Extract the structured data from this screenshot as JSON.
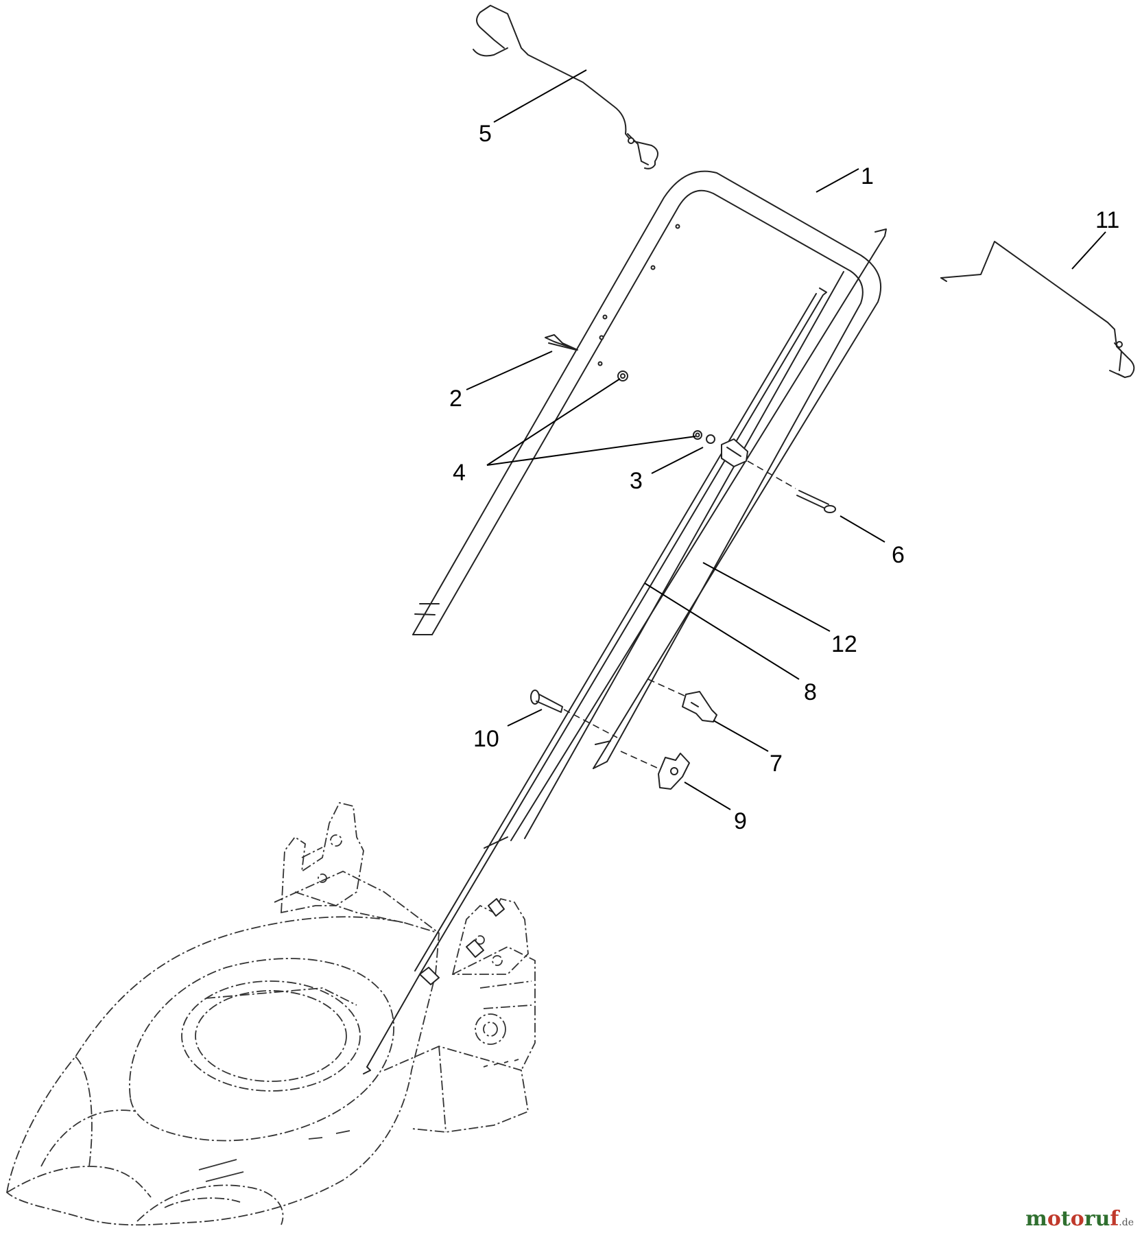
{
  "callouts": [
    {
      "id": "1",
      "label": "1"
    },
    {
      "id": "2",
      "label": "2"
    },
    {
      "id": "3",
      "label": "3"
    },
    {
      "id": "4",
      "label": "4"
    },
    {
      "id": "5",
      "label": "5"
    },
    {
      "id": "6",
      "label": "6"
    },
    {
      "id": "7",
      "label": "7"
    },
    {
      "id": "8",
      "label": "8"
    },
    {
      "id": "9",
      "label": "9"
    },
    {
      "id": "10",
      "label": "10"
    },
    {
      "id": "11",
      "label": "11"
    },
    {
      "id": "12",
      "label": "12"
    }
  ],
  "watermark": {
    "brand": "motoruf",
    "tld": ".de"
  },
  "colors": {
    "watermark_primary": "#2f6f2f",
    "watermark_accent": "#c0392b",
    "line": "#222222",
    "background": "#ffffff"
  }
}
